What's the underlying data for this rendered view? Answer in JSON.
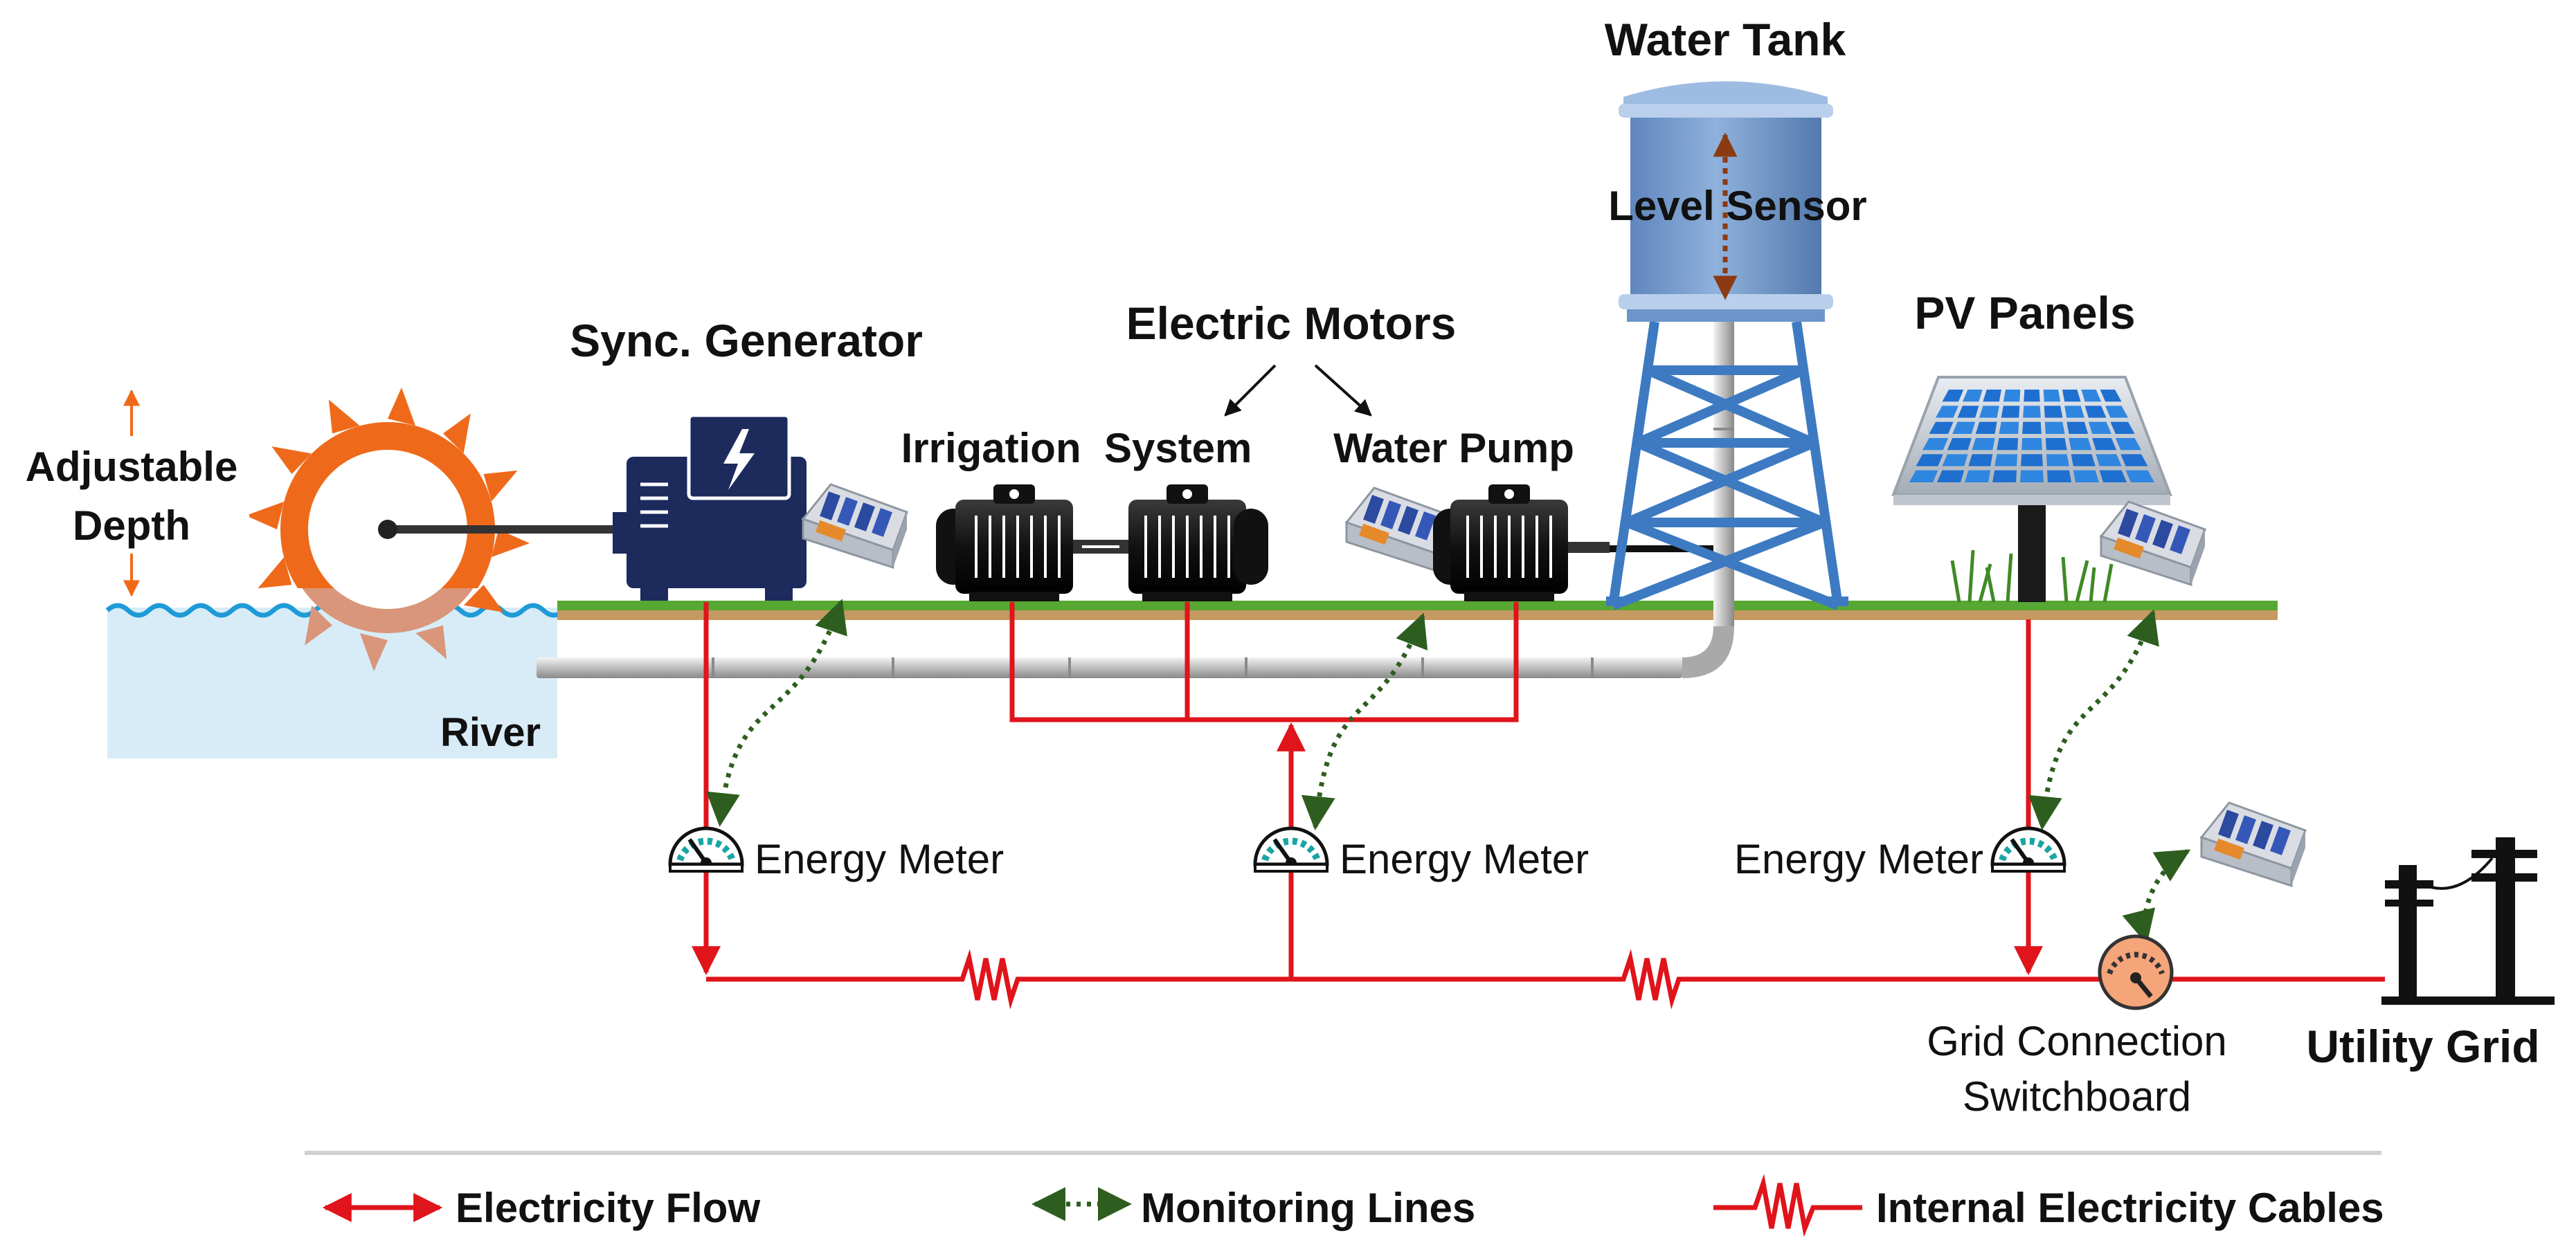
{
  "labels": {
    "water_tank": "Water Tank",
    "level_sensor": "Level Sensor",
    "sync_generator": "Sync. Generator",
    "electric_motors": "Electric Motors",
    "irrigation_system": "Irrigation  System",
    "water_pump": "Water Pump",
    "pv_panels": "PV Panels",
    "adjustable_depth_line1": "Adjustable",
    "adjustable_depth_line2": "Depth",
    "river": "River",
    "energy_meter_1": "Energy Meter",
    "energy_meter_2": "Energy Meter",
    "energy_meter_3": "Energy Meter",
    "grid_switchboard_line1": "Grid Connection",
    "grid_switchboard_line2": "Switchboard",
    "utility_grid": "Utility Grid"
  },
  "legend": {
    "electricity_flow": "Electricity Flow",
    "monitoring_lines": "Monitoring Lines",
    "internal_cables": "Internal Electricity Cables"
  },
  "colors": {
    "electric_red": "#e0141b",
    "monitor_green": "#2e5e1f",
    "wheel_orange": "#ee6a1a",
    "generator_navy": "#1c2a5c",
    "tank_blue": "#6c95c9",
    "tower_blue": "#3d7ac2",
    "grass_green": "#57a832",
    "river_blue": "#d8ecf8"
  }
}
